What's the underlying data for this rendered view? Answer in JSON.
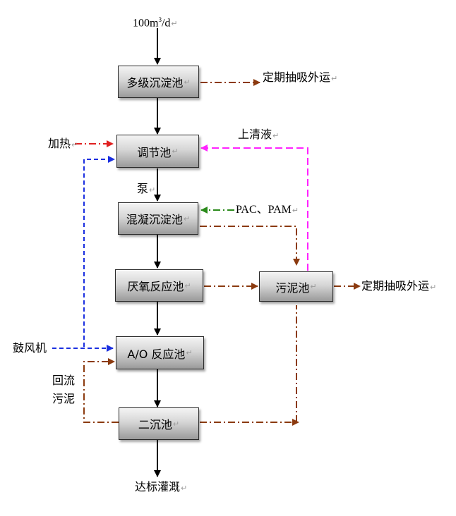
{
  "input_flow": "100m",
  "input_flow_sup": "3",
  "input_flow_unit": "/d",
  "boxes": {
    "multistage_settling": "多级沉淀池",
    "regulating": "调节池",
    "coag_settling": "混凝沉淀池",
    "anaerobic": "厌氧反应池",
    "ao": "A/O 反应池",
    "secondary": "二沉池",
    "sludge": "污泥池"
  },
  "labels": {
    "external_top": "定期抽吸外运",
    "external_right": "定期抽吸外运",
    "heating": "加热",
    "supernatant": "上清液",
    "pump": "泵",
    "chemicals": "PAC、PAM",
    "blower": "鼓风机",
    "return_sludge_1": "回流",
    "return_sludge_2": "污泥",
    "discharge": "达标灌溉"
  },
  "colors": {
    "main_flow": "#000000",
    "sludge_flow": "#8b3a0f",
    "heating": "#e02020",
    "air": "#1a2fe0",
    "supernatant": "#ff22ff",
    "chemicals": "#2a8a1a"
  }
}
